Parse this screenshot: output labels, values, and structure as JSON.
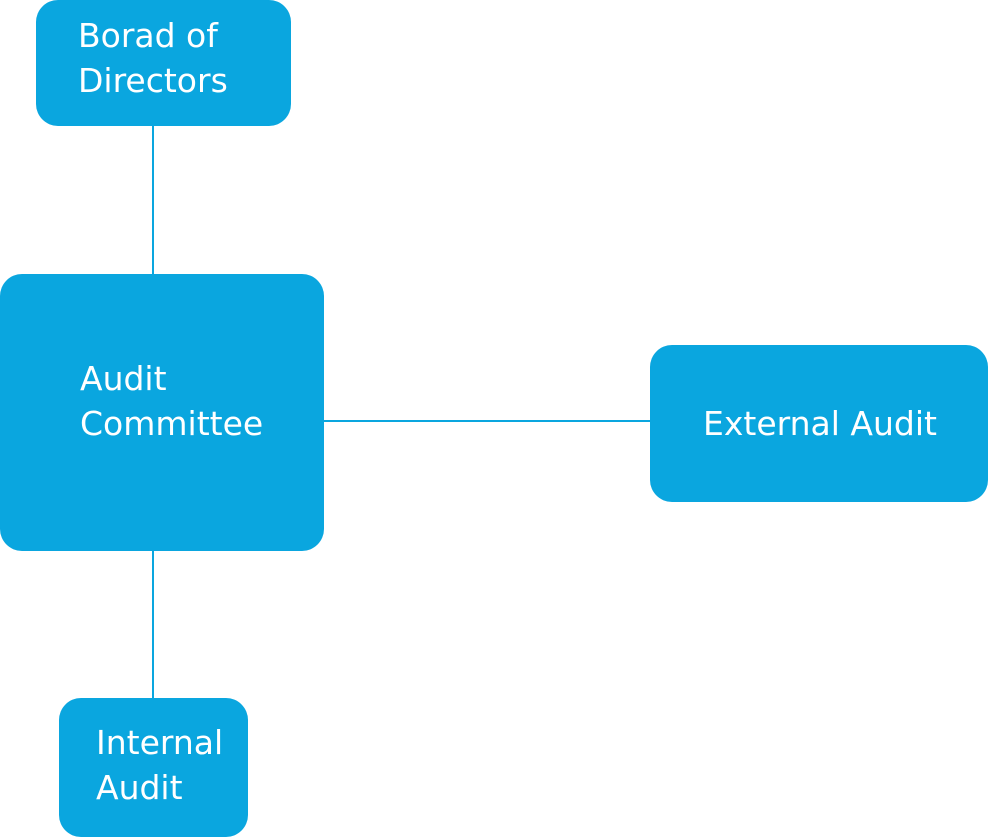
{
  "diagram": {
    "nodes": {
      "board": {
        "lines": [
          "Borad of",
          "Directors"
        ]
      },
      "audit_committee": {
        "lines": [
          "Audit",
          "Committee"
        ]
      },
      "external_audit": {
        "lines": [
          "External Audit"
        ]
      },
      "internal_audit": {
        "lines": [
          "Internal",
          "Audit"
        ]
      }
    },
    "edges": [
      {
        "from": "Borad of Directors",
        "to": "Audit Committee"
      },
      {
        "from": "Audit Committee",
        "to": "External Audit"
      },
      {
        "from": "Audit Committee",
        "to": "Internal Audit"
      }
    ],
    "colors": {
      "node_fill": "#0aa6df",
      "connector": "#0aa6df",
      "text": "#ffffff",
      "background": "#ffffff"
    }
  }
}
